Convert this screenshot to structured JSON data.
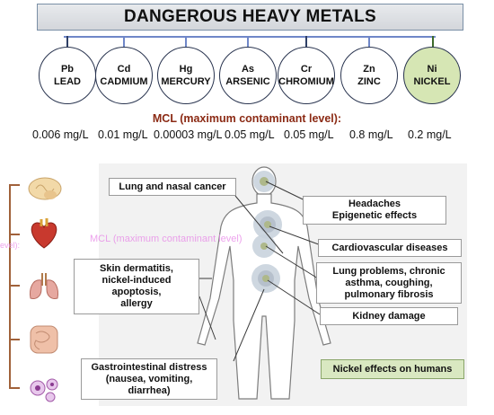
{
  "title": "DANGEROUS HEAVY METALS",
  "metals": [
    {
      "symbol": "Pb",
      "name": "LEAD",
      "mcl": "0.006 mg/L"
    },
    {
      "symbol": "Cd",
      "name": "CADMIUM",
      "mcl": "0.01 mg/L"
    },
    {
      "symbol": "Hg",
      "name": "MERCURY",
      "mcl": "0.00003 mg/L"
    },
    {
      "symbol": "As",
      "name": "ARSENIC",
      "mcl": "0.05 mg/L"
    },
    {
      "symbol": "Cr",
      "name": "CHROMIUM",
      "mcl": "0.05 mg/L"
    },
    {
      "symbol": "Zn",
      "name": "ZINC",
      "mcl": "0.8 mg/L"
    },
    {
      "symbol": "Ni",
      "name": "NICKEL",
      "mcl": "0.2 mg/L"
    }
  ],
  "mcl_title": "MCL (maximum contaminant level):",
  "ghost_text": "MCL (maximum contaminant level)",
  "ghost_text2": "evel):",
  "effects": {
    "lung_nasal_cancer": "Lung and nasal cancer",
    "headaches": "Headaches",
    "epigenetic": "Epigenetic effects",
    "cardiovascular": "Cardiovascular diseases",
    "lung_problems": [
      "Lung problems, chronic",
      "asthma, coughing,",
      "pulmonary fibrosis"
    ],
    "kidney": "Kidney damage",
    "skin": [
      "Skin dermatitis,",
      "nickel-induced",
      "apoptosis,",
      "allergy"
    ],
    "gastro": [
      "Gastrointestinal distress",
      "(nausea, vomiting,",
      "diarrhea)"
    ]
  },
  "nickel_effects": "Nickel effects on humans",
  "colors": {
    "stem": "#6f87c8",
    "stem_dark": "#2e3f66",
    "stem_ni": "#3d6b2a",
    "mcl_title": "#8b2a14",
    "organ_line": "#a0613a",
    "nickel_fill": "#d6e6b4"
  }
}
